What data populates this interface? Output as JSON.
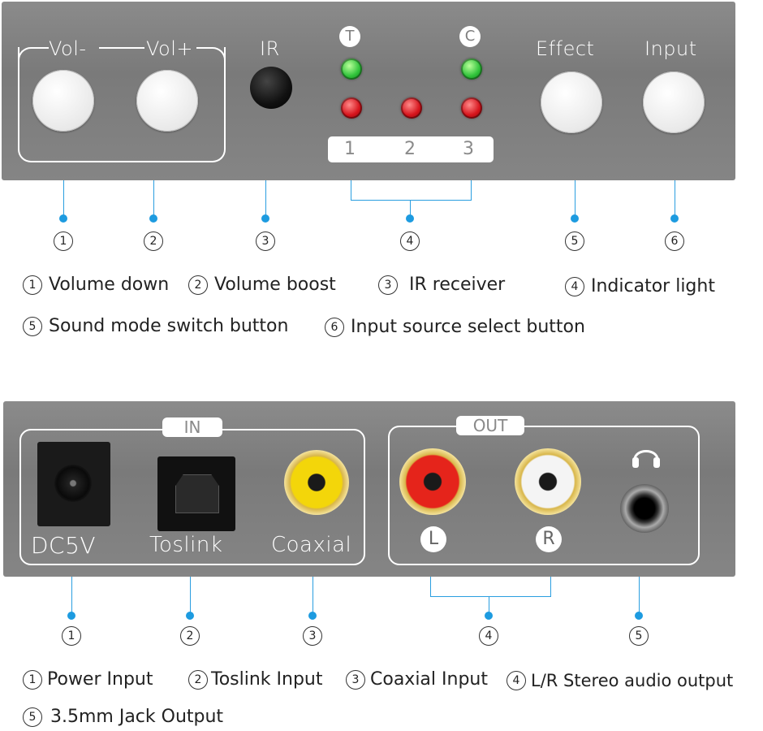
{
  "front": {
    "labels": {
      "vol_minus": "Vol-",
      "vol_plus": "Vol+",
      "ir": "IR",
      "effect": "Effect",
      "input": "Input",
      "t_badge": "T",
      "c_badge": "C",
      "input_numbers": [
        "1",
        "2",
        "3"
      ]
    },
    "markers": [
      "1",
      "2",
      "3",
      "4",
      "5",
      "6"
    ],
    "legend": [
      {
        "num": "1",
        "text": "Volume down"
      },
      {
        "num": "2",
        "text": "Volume boost"
      },
      {
        "num": "3",
        "text": "IR receiver"
      },
      {
        "num": "4",
        "text": "Indicator light"
      },
      {
        "num": "5",
        "text": "Sound mode switch button"
      },
      {
        "num": "6",
        "text": "Input source select button"
      }
    ]
  },
  "back": {
    "labels": {
      "in": "IN",
      "out": "OUT",
      "dc5v": "DC5V",
      "toslink": "Toslink",
      "coaxial": "Coaxial",
      "left": "L",
      "right": "R",
      "headphone_icon": "headphones-icon"
    },
    "markers": [
      "1",
      "2",
      "3",
      "4",
      "5"
    ],
    "legend": [
      {
        "num": "1",
        "text": "Power Input"
      },
      {
        "num": "2",
        "text": "Toslink Input"
      },
      {
        "num": "3",
        "text": "Coaxial Input"
      },
      {
        "num": "4",
        "text": "L/R Stereo audio output"
      },
      {
        "num": "5",
        "text": "3.5mm Jack Output"
      }
    ]
  },
  "colors": {
    "panel": "#808080",
    "callout": "#1d9be0",
    "led_green": "#2fc23a",
    "led_red": "#d6141c",
    "rca_red": "#e5241b",
    "rca_white": "#f4f4f4",
    "rca_yellow": "#f3d60a"
  }
}
